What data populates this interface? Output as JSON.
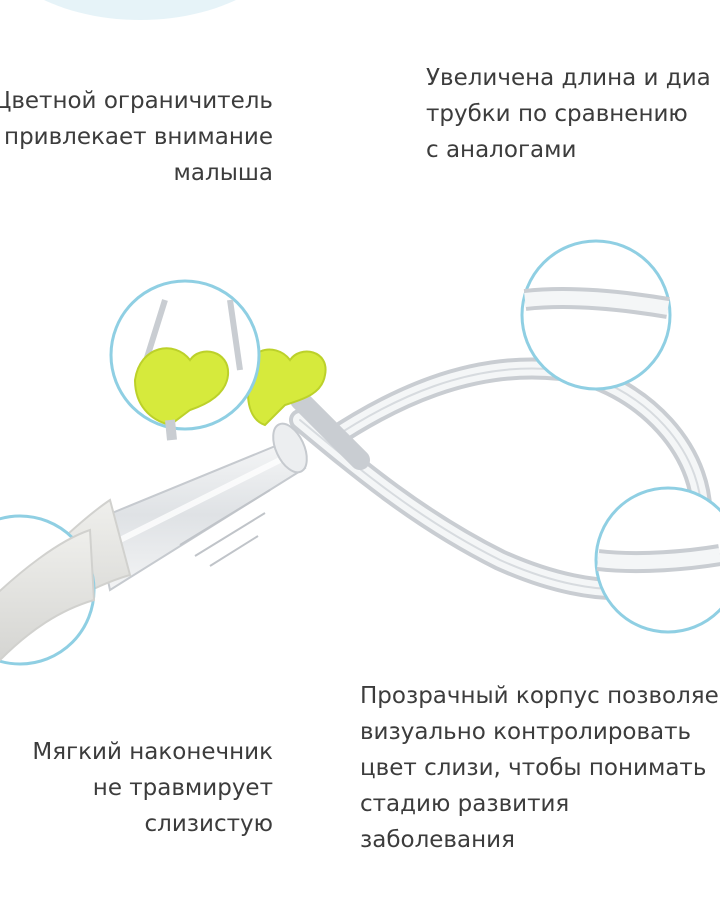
{
  "captions": {
    "limiter": [
      "Цветной ограничитель",
      "привлекает внимание",
      "малыша"
    ],
    "tube": [
      "Увеличена длина и диа",
      "трубки по сравнению",
      "с аналогами"
    ],
    "tip": [
      "Мягкий наконечник",
      "не травмирует",
      "слизистую"
    ],
    "body": [
      "Прозрачный корпус позволяе",
      "визуально контролировать",
      "цвет слизи, чтобы понимать",
      "стадию развития",
      "заболевания"
    ]
  },
  "colors": {
    "accent_lime": "#d6ea3c",
    "callout_ring": "#8fcfe3",
    "tube": "#c9cdd2",
    "tip": "#e6e6e3",
    "background_blob": "#e6f3f8"
  }
}
